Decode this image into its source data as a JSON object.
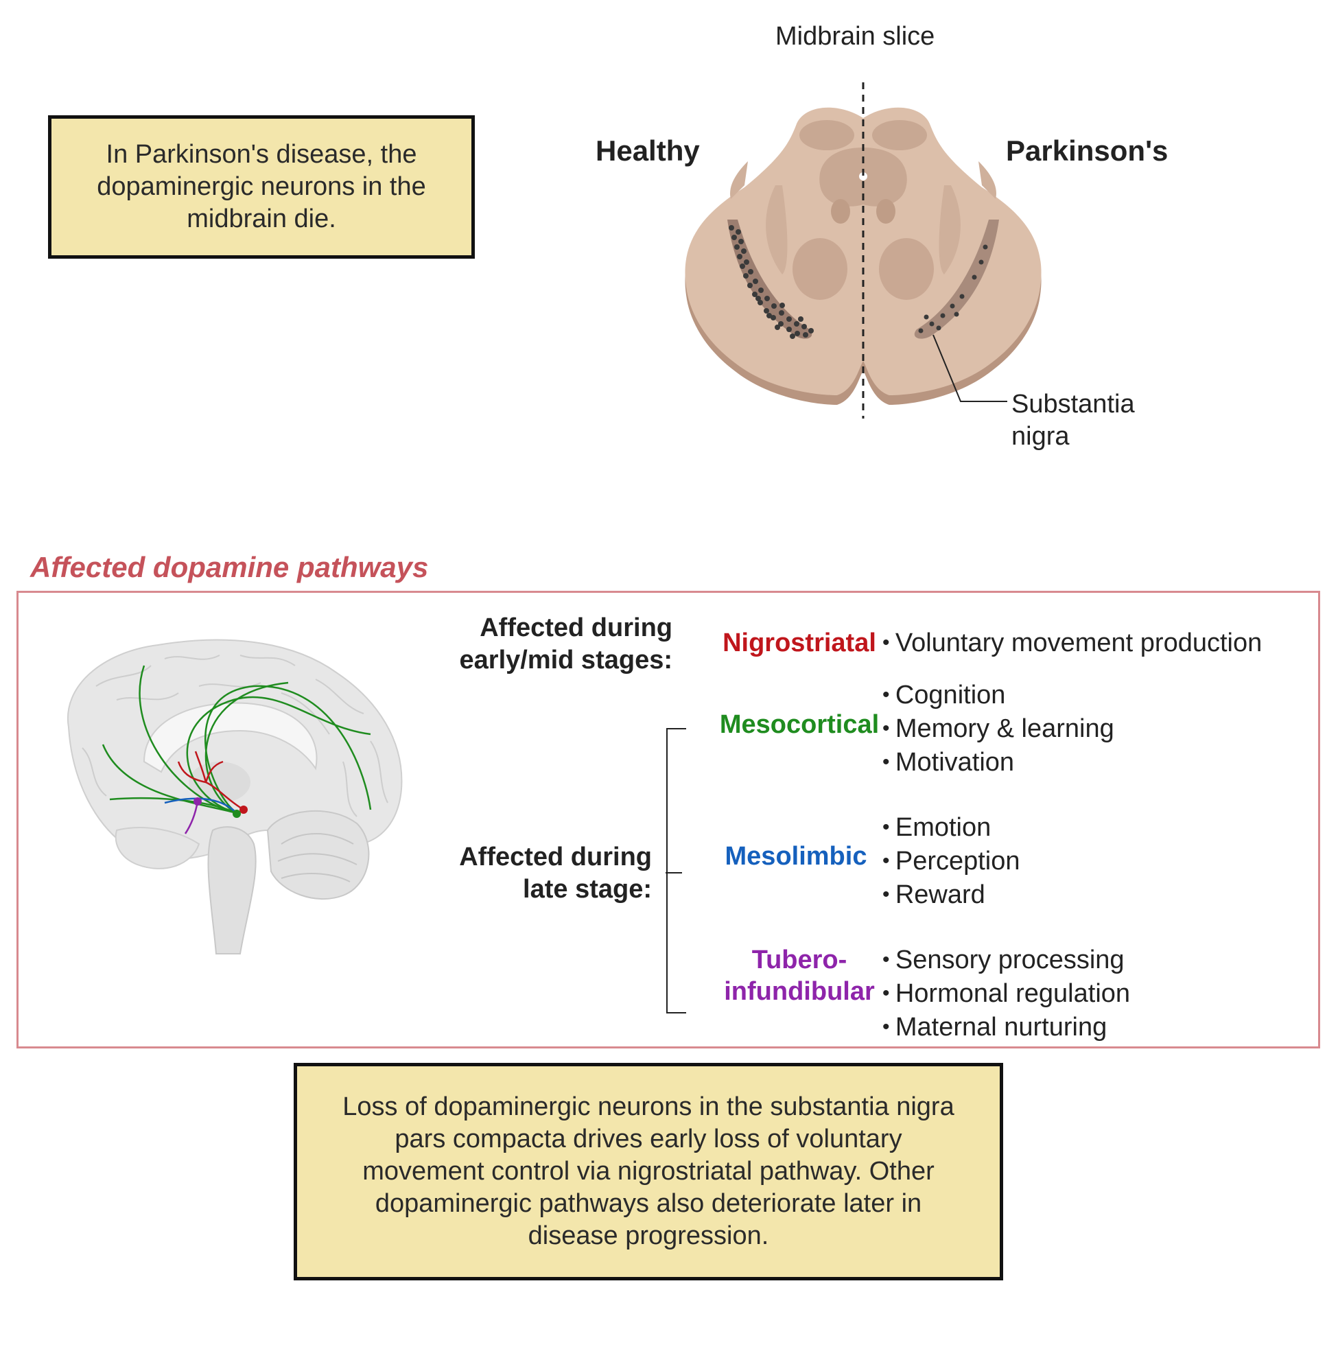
{
  "midbrain": {
    "title": "Midbrain slice",
    "healthy_label": "Healthy",
    "parkinsons_label": "Parkinson's",
    "sn_label_line1": "Substantia",
    "sn_label_line2": "nigra"
  },
  "notes": {
    "top": "In Parkinson's disease, the dopaminergic neurons in the midbrain die.",
    "bottom": "Loss of dopaminergic neurons in the substantia nigra pars compacta drives early loss of voluntary movement control via nigrostriatal pathway. Other dopaminergic pathways also deteriorate later in disease progression."
  },
  "pathways": {
    "heading": "Affected dopamine pathways",
    "early_stage_line1": "Affected during",
    "early_stage_line2": "early/mid stages:",
    "late_stage_line1": "Affected during",
    "late_stage_line2": "late stage:",
    "items": [
      {
        "name": "Nigrostriatal",
        "color": "#c0161c",
        "functions": [
          "Voluntary movement production"
        ]
      },
      {
        "name": "Mesocortical",
        "color": "#1f8c1f",
        "functions": [
          "Cognition",
          "Memory & learning",
          "Motivation"
        ]
      },
      {
        "name": "Mesolimbic",
        "color": "#1560bd",
        "functions": [
          "Emotion",
          "Perception",
          "Reward"
        ]
      },
      {
        "name_line1": "Tubero-",
        "name_line2": "infundibular",
        "color": "#8e24aa",
        "functions": [
          "Sensory processing",
          "Hormonal regulation",
          "Maternal nurturing"
        ]
      }
    ]
  },
  "colors": {
    "note_fill": "#f3e6ac",
    "heading_red": "#c5525a",
    "frame_border": "#d88a8f",
    "tissue": "#d8b9a3"
  },
  "icons": [
    "midbrain-slice-illustration",
    "brain-sagittal-illustration"
  ]
}
